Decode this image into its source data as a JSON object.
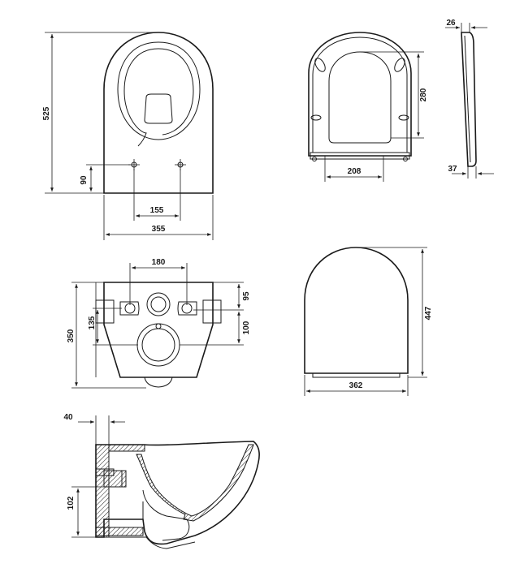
{
  "dimensions": {
    "front_height": "525",
    "front_inlet_height": "90",
    "front_bolt_spacing": "155",
    "front_width": "355",
    "seat_top_length": "280",
    "seat_top_hinge_width": "208",
    "seat_side_thickness": "26",
    "seat_side_bottom": "37",
    "top_bolt_spacing": "180",
    "top_offset_95": "95",
    "top_offset_135": "135",
    "top_offset_100": "100",
    "top_depth": "350",
    "lid_height": "447",
    "lid_width": "362",
    "section_wall": "40",
    "section_outlet_height": "102"
  }
}
